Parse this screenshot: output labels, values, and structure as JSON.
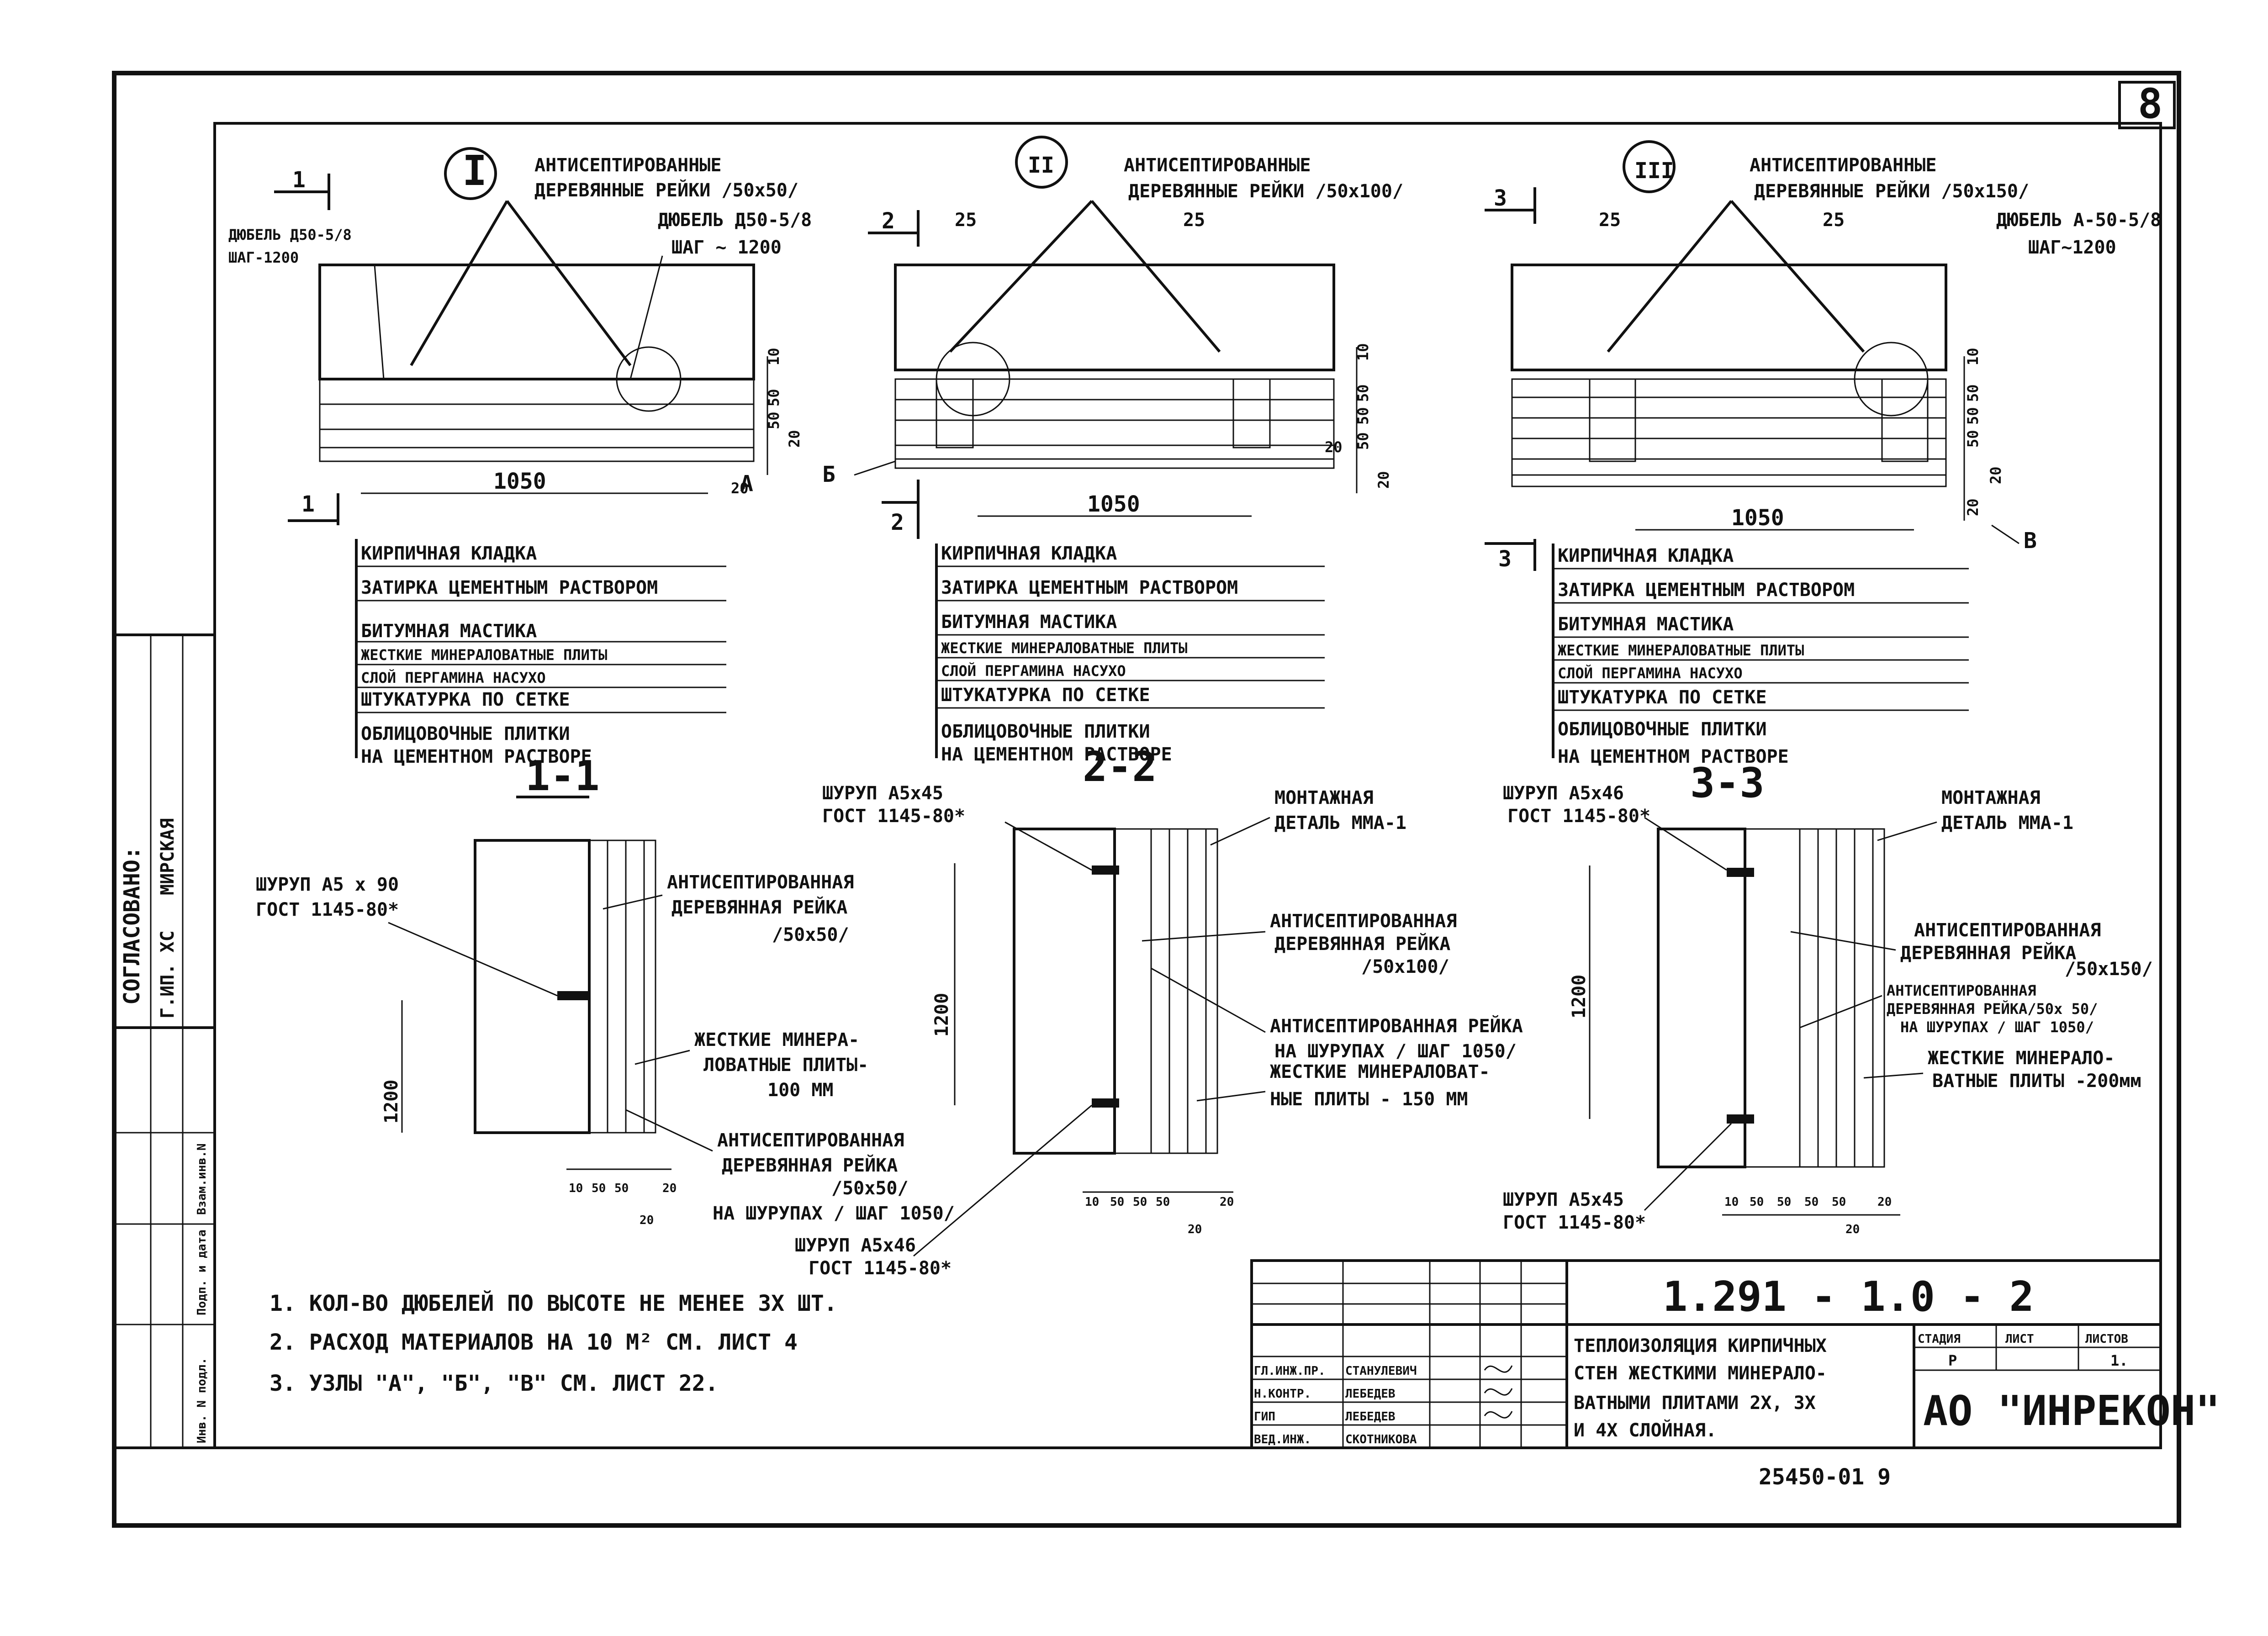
{
  "sheet_number": "8",
  "approval": {
    "title": "СОГЛАСОВАНО:",
    "role": "Г.ИП. ХС",
    "name": "МИРСКАЯ"
  },
  "side_stamp": {
    "c1": "Инв. N подл.",
    "c2": "Подп. и дата",
    "c3": "Взам.инв.N"
  },
  "details": [
    {
      "mark": "I",
      "cut": "1",
      "batten_callout": [
        "АНТИСЕПТИРОВАННЫЕ",
        "ДЕРЕВЯННЫЕ РЕЙКИ /50х50/"
      ],
      "anchor_left": [
        "ДЮБЕЛЬ Д50-5/8",
        "ШАГ-1200"
      ],
      "anchor_right": [
        "ДЮБЕЛЬ Д50-5/8",
        "ШАГ ~ 1200"
      ],
      "dims": [
        "10",
        "50",
        "50",
        "20",
        "20"
      ],
      "node": "А",
      "span": "1050",
      "layers": [
        "КИРПИЧНАЯ КЛАДКА",
        "ЗАТИРКА ЦЕМЕНТНЫМ РАСТВОРОМ",
        "БИТУМНАЯ МАСТИКА",
        "ЖЕСТКИЕ МИНЕРАЛОВАТНЫЕ ПЛИТЫ",
        "СЛОЙ ПЕРГАМИНА НАСУХО",
        "ШТУКАТУРКА ПО СЕТКЕ",
        "ОБЛИЦОВОЧНЫЕ ПЛИТКИ",
        "НА ЦЕМЕНТНОМ РАСТВОРЕ"
      ]
    },
    {
      "mark": "II",
      "cut": "2",
      "batten_callout": [
        "АНТИСЕПТИРОВАННЫЕ",
        "ДЕРЕВЯННЫЕ РЕЙКИ /50х100/"
      ],
      "dims": [
        "25",
        "25",
        "10",
        "50",
        "50",
        "50",
        "20",
        "20"
      ],
      "node": "Б",
      "span": "1050",
      "layers": [
        "КИРПИЧНАЯ КЛАДКА",
        "ЗАТИРКА ЦЕМЕНТНЫМ РАСТВОРОМ",
        "БИТУМНАЯ МАСТИКА",
        "ЖЕСТКИЕ МИНЕРАЛОВАТНЫЕ ПЛИТЫ",
        "СЛОЙ ПЕРГАМИНА НАСУХО",
        "ШТУКАТУРКА ПО СЕТКЕ",
        "ОБЛИЦОВОЧНЫЕ ПЛИТКИ",
        "НА ЦЕМЕНТНОМ РАСТВОРЕ"
      ]
    },
    {
      "mark": "III",
      "cut": "3",
      "batten_callout": [
        "АНТИСЕПТИРОВАННЫЕ",
        "ДЕРЕВЯННЫЕ РЕЙКИ /50х150/"
      ],
      "anchor_right": [
        "ДЮБЕЛЬ А-50-5/8",
        "ШАГ~1200"
      ],
      "dims": [
        "25",
        "25",
        "10",
        "50",
        "50",
        "50",
        "20",
        "20"
      ],
      "node": "В",
      "span": "1050",
      "layers": [
        "КИРПИЧНАЯ КЛАДКА",
        "ЗАТИРКА ЦЕМЕНТНЫМ РАСТВОРОМ",
        "БИТУМНАЯ МАСТИКА",
        "ЖЕСТКИЕ МИНЕРАЛОВАТНЫЕ ПЛИТЫ",
        "СЛОЙ ПЕРГАМИНА НАСУХО",
        "ШТУКАТУРКА ПО СЕТКЕ",
        "ОБЛИЦОВОЧНЫЕ ПЛИТКИ",
        "НА ЦЕМЕНТНОМ РАСТВОРЕ"
      ]
    }
  ],
  "sections": [
    {
      "title": "1-1",
      "screw": [
        "ШУРУП А5 х 90",
        "ГОСТ 1145-80*"
      ],
      "batten": [
        "АНТИСЕПТИРОВАННАЯ",
        "ДЕРЕВЯННАЯ РЕЙКА",
        "/50х50/"
      ],
      "board": [
        "ЖЕСТКИЕ МИНЕРА-",
        "ЛОВАТНЫЕ ПЛИТЫ-",
        "100 ММ"
      ],
      "batten2": [
        "АНТИСЕПТИРОВАННАЯ",
        "ДЕРЕВЯННАЯ РЕЙКА",
        "/50х50/",
        "НА ШУРУПАХ / ШАГ 1050/"
      ],
      "height": "1200",
      "dims": [
        "10",
        "50",
        "50",
        "20",
        "20"
      ]
    },
    {
      "title": "2-2",
      "screw_top": [
        "ШУРУП А5х45",
        "ГОСТ 1145-80*"
      ],
      "mount": [
        "МОНТАЖНАЯ",
        "ДЕТАЛЬ ММА-1"
      ],
      "batten": [
        "АНТИСЕПТИРОВАННАЯ",
        "ДЕРЕВЯННАЯ РЕЙКА",
        "/50х100/"
      ],
      "batten2": [
        "АНТИСЕПТИРОВАННАЯ РЕЙКА",
        "НА ШУРУПАХ / ШАГ 1050/"
      ],
      "board": [
        "ЖЕСТКИЕ МИНЕРАЛОВАТ-",
        "НЫЕ ПЛИТЫ - 150 ММ"
      ],
      "screw_bottom": [
        "ШУРУП А5х46",
        "ГОСТ 1145-80*"
      ],
      "height": "1200",
      "dims": [
        "10",
        "50",
        "50",
        "50",
        "20",
        "20"
      ]
    },
    {
      "title": "3-3",
      "screw_top": [
        "ШУРУП А5х46",
        "ГОСТ 1145-80*"
      ],
      "mount": [
        "МОНТАЖНАЯ",
        "ДЕТАЛЬ ММА-1"
      ],
      "batten": [
        "АНТИСЕПТИРОВАННАЯ",
        "ДЕРЕВЯННАЯ РЕЙКА",
        "/50х150/"
      ],
      "batten2": [
        "АНТИСЕПТИРОВАННАЯ",
        "ДЕРЕВЯННАЯ РЕЙКА/50х 50/",
        "НА ШУРУПАХ / ШАГ 1050/"
      ],
      "board": [
        "ЖЕСТКИЕ МИНЕРАЛО-",
        "ВАТНЫЕ ПЛИТЫ -200мм"
      ],
      "screw_bottom": [
        "ШУРУП А5х45",
        "ГОСТ 1145-80*"
      ],
      "height": "1200",
      "dims": [
        "10",
        "50",
        "50",
        "50",
        "50",
        "20",
        "20"
      ]
    }
  ],
  "notes": [
    "1. КОЛ-ВО ДЮБЕЛЕЙ ПО ВЫСОТЕ НЕ МЕНЕЕ 3Х ШТ.",
    "2. РАСХОД МАТЕРИАЛОВ НА 10 М² СМ. ЛИСТ 4",
    "3. УЗЛЫ \"А\", \"Б\", \"В\" СМ. ЛИСТ 22."
  ],
  "title_block": {
    "code": "1.291 - 1.0 - 2",
    "title": [
      "ТЕПЛОИЗОЛЯЦИЯ КИРПИЧНЫХ",
      "СТЕН ЖЕСТКИМИ МИНЕРАЛО-",
      "ВАТНЫМИ ПЛИТАМИ 2Х, 3Х",
      "И 4Х СЛОЙНАЯ."
    ],
    "stage_head": "СТАДИЯ",
    "sheet_head": "ЛИСТ",
    "sheets_head": "ЛИСТОВ",
    "stage": "Р",
    "sheets": "1.",
    "org": "АО \"ИНРЕКОН\"",
    "roles": [
      {
        "role": "ГЛ.ИНЖ.ПР.",
        "name": "СТАНУЛЕВИЧ"
      },
      {
        "role": "Н.КОНТР.",
        "name": "ЛЕБЕДЕВ"
      },
      {
        "role": "ГИП",
        "name": "ЛЕБЕДЕВ"
      },
      {
        "role": "ВЕД.ИНЖ.",
        "name": "СКОТНИКОВА"
      }
    ]
  },
  "footer_number": "25450-01   9"
}
